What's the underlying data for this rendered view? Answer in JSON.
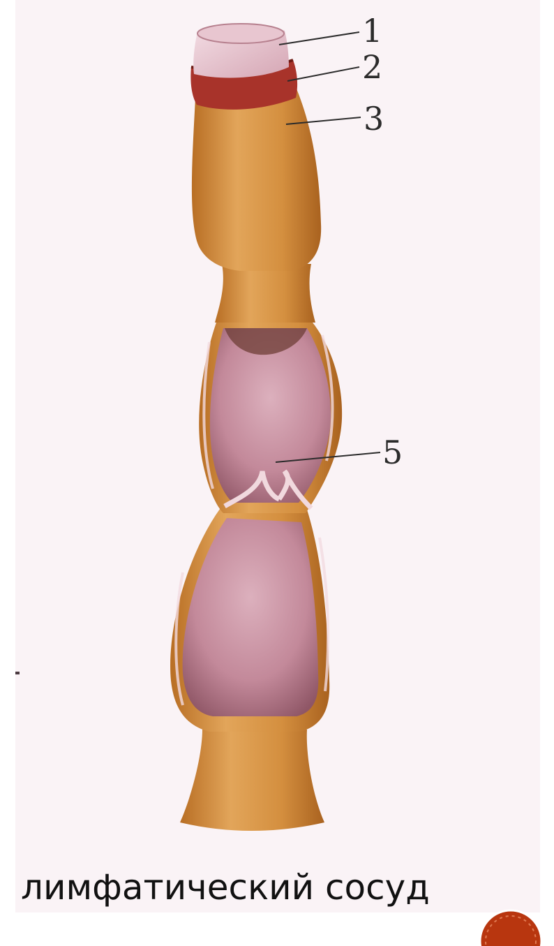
{
  "illustration": {
    "subject": "lymphatic vessel with opened wall showing valves",
    "callouts": [
      {
        "label": "1"
      },
      {
        "label": "2"
      },
      {
        "label": "3"
      },
      {
        "label": "5"
      }
    ]
  },
  "caption": "лимфатический сосуд",
  "colors": {
    "background": "#faf3f6",
    "outer_wall": "#d9953f",
    "inner_lining": "#c98c9c",
    "middle_band": "#a8332a",
    "badge": "#b8360f"
  },
  "decor": {
    "corner_badge_icon": "circle-badge-icon"
  }
}
